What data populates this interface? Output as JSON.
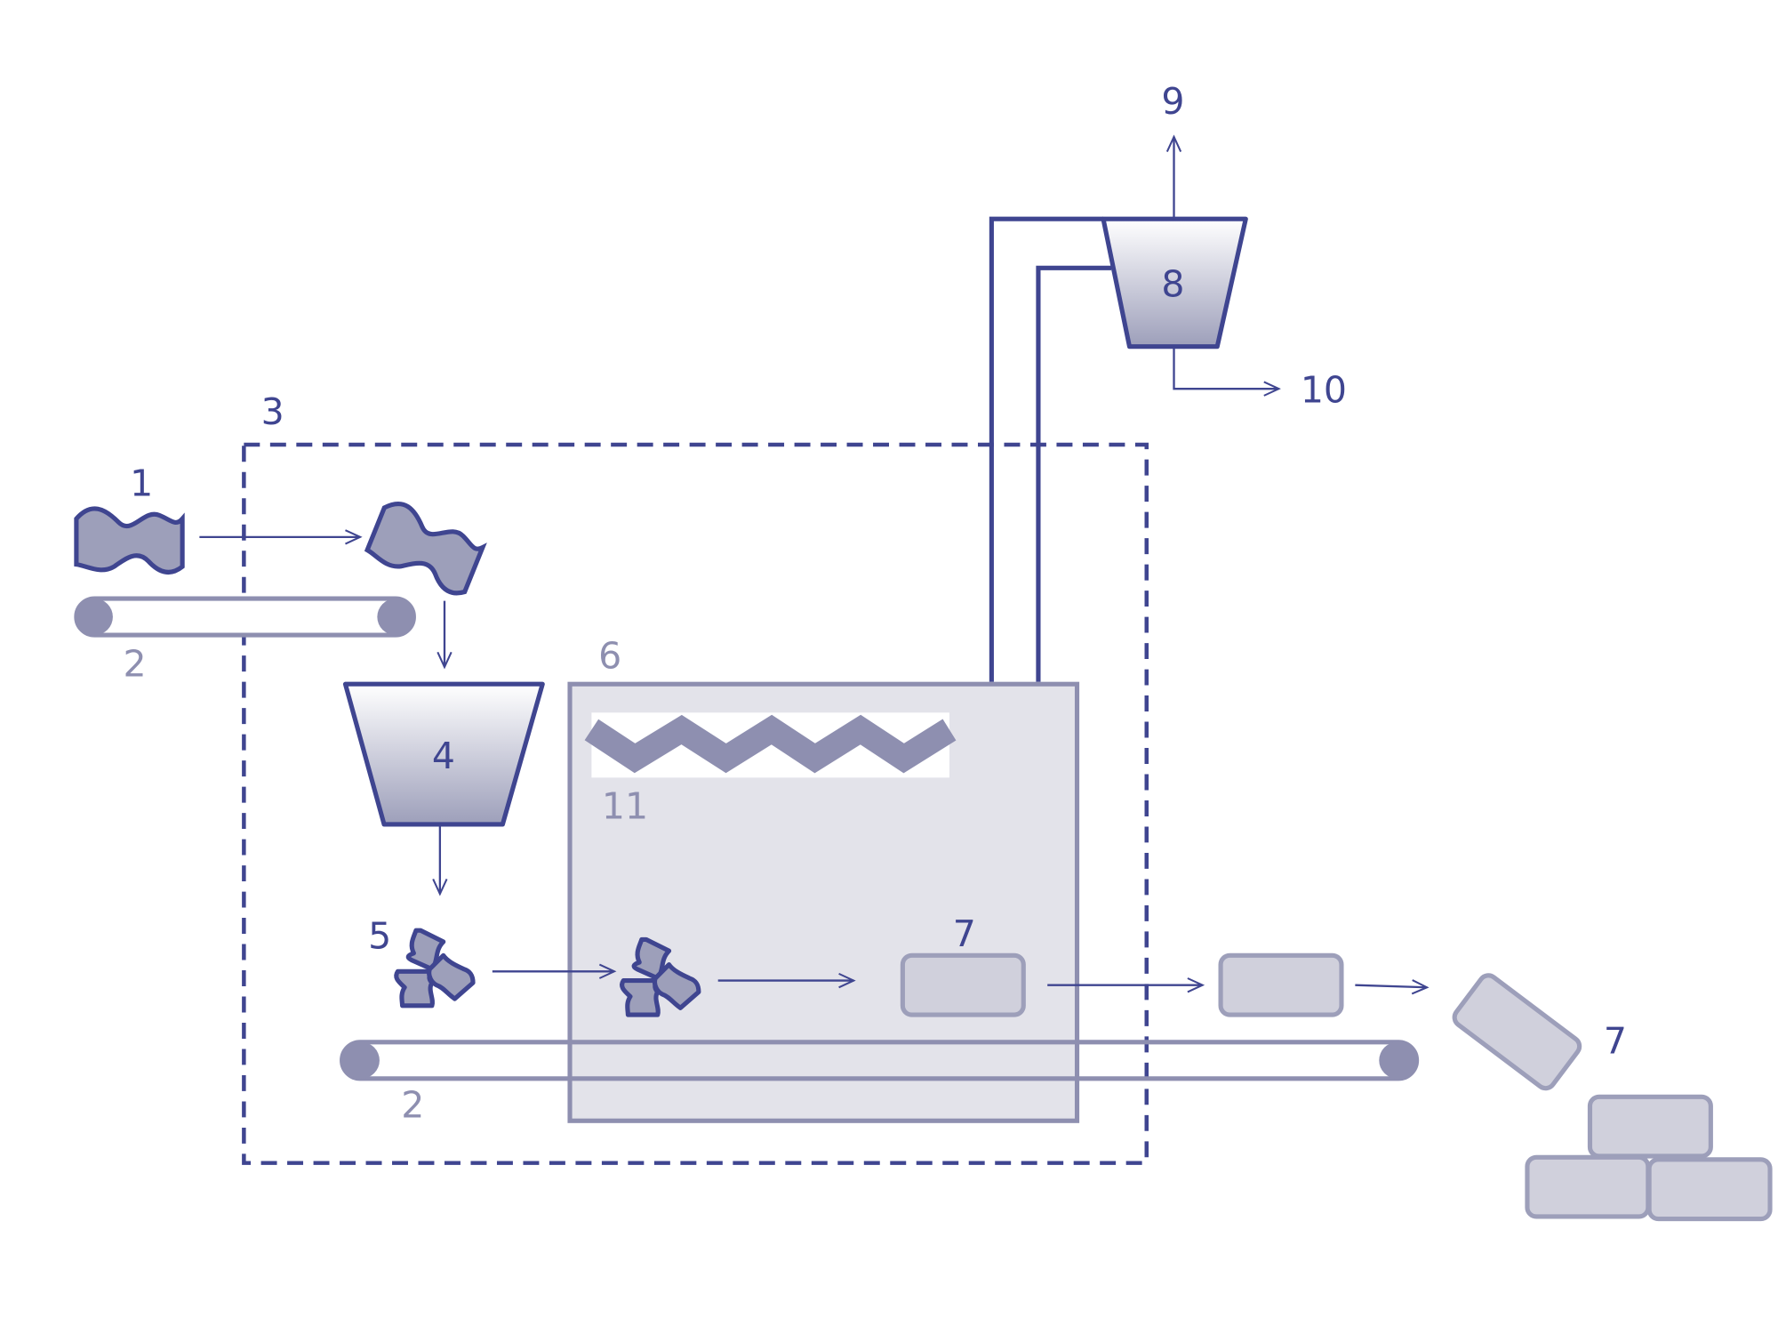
{
  "labels": {
    "raw_material": "1",
    "conveyor_upper": "2",
    "conveyor_lower": "2",
    "enclosure": "3",
    "hopper_crusher": "4",
    "fragments": "5",
    "kiln": "6",
    "product_in_kiln": "7",
    "product_stack": "7",
    "separator": "8",
    "output_top": "9",
    "output_bottom": "10",
    "heater": "11"
  },
  "colors": {
    "primary": "#3f4590",
    "muted": "#8e8fb0",
    "shape_fill": "#9d9fba",
    "kiln_fill": "#e3e3ea",
    "brick_fill": "#d0d0dc"
  }
}
